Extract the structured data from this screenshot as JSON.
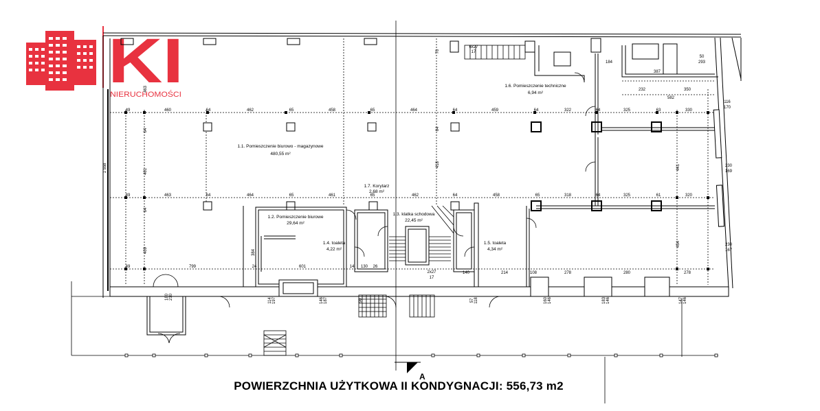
{
  "logo": {
    "letters": "KI",
    "tagline": "NIERUCHOMOŚCI",
    "brand_color": "#e8323f"
  },
  "rooms": {
    "r1_1": {
      "name": "1.1. Pomieszczenie biurowo - magazynowe",
      "area": "480,55 m²"
    },
    "r1_2": {
      "name": "1.2. Pomieszczenie biurowe",
      "area": "29,64 m²"
    },
    "r1_3": {
      "name": "1.3. klatka schodowa",
      "area": "22,45 m²"
    },
    "r1_4": {
      "name": "1.4. toaleta",
      "area": "4,22 m²"
    },
    "r1_5": {
      "name": "1.5. toaleta",
      "area": "4,34 m²"
    },
    "r1_6": {
      "name": "1.6. Pomieszczenie techniczne",
      "area": "6,94 m²"
    },
    "r1_7": {
      "name": "1.7. Korytarz",
      "area": "2,68 m²"
    }
  },
  "dims": {
    "row1": [
      "49",
      "460",
      "64",
      "462",
      "65",
      "458",
      "65",
      "464",
      "64",
      "459",
      "64",
      "322",
      "64",
      "325",
      "63",
      "330"
    ],
    "row2": [
      "49",
      "463",
      "64",
      "464",
      "65",
      "461",
      "65",
      "462",
      "64",
      "458",
      "65",
      "318",
      "64",
      "325",
      "61",
      "320"
    ],
    "row3": [
      "49",
      "799",
      "24",
      "601",
      "14",
      "130",
      "26",
      "140",
      "214",
      "108",
      "278",
      "280",
      "278"
    ],
    "top_right": [
      "184",
      "387",
      "232",
      "350",
      "582",
      "116",
      "170",
      "50",
      "293",
      "230",
      "169",
      "230",
      "167"
    ],
    "vertical": [
      "461",
      "409",
      "64",
      "64",
      "463",
      "418",
      "64",
      "441",
      "434",
      "384",
      "70",
      "1 558"
    ],
    "doors": [
      "180",
      "210",
      "114",
      "197",
      "146",
      "187",
      "90",
      "57",
      "118",
      "160",
      "146",
      "183",
      "146",
      "147",
      "146",
      "2x27",
      "17",
      "6x27",
      "17"
    ]
  },
  "section_marker": "A",
  "footer": {
    "title": "POWIERZCHNIA UŻYTKOWA II KONDYGNACJI: 556,73 m2"
  }
}
